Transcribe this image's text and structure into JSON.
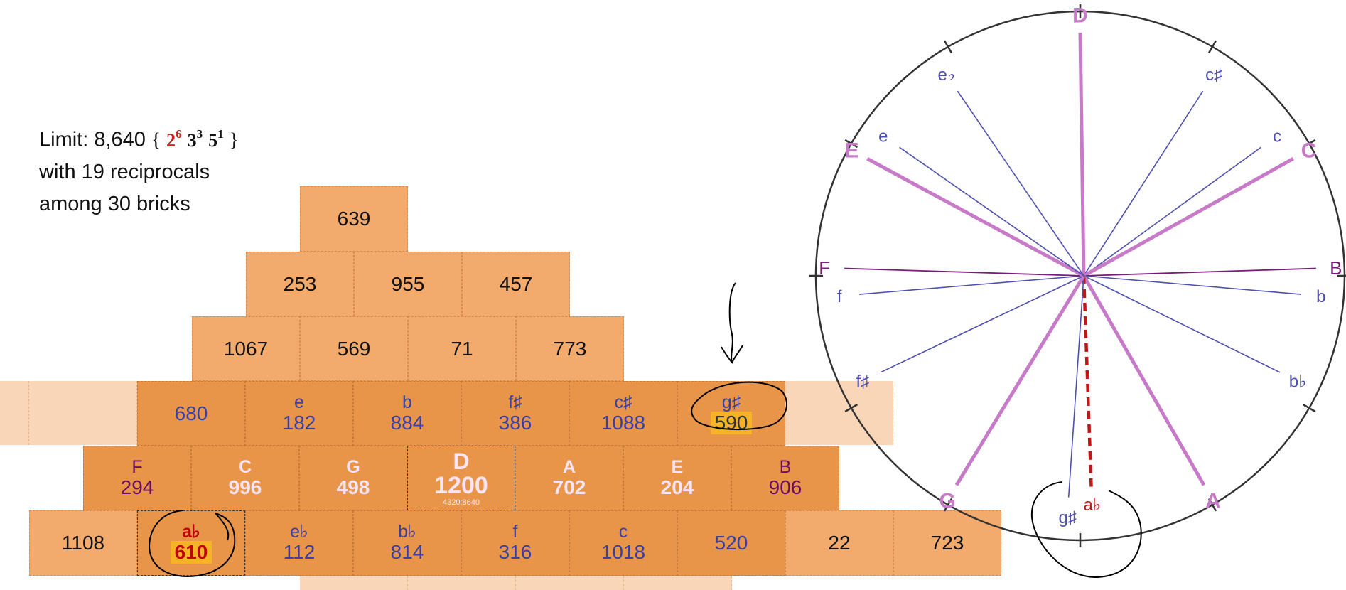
{
  "limit": {
    "label": "Limit: 8,640",
    "open_brace": "{",
    "close_brace": "}",
    "factors": [
      {
        "base": "2",
        "exp": "6",
        "color": "#d41e1e"
      },
      {
        "base": "3",
        "exp": "3",
        "color": "#111111"
      },
      {
        "base": "5",
        "exp": "1",
        "color": "#111111"
      }
    ],
    "line2": "with 19 reciprocals",
    "line3": "among 30 bricks"
  },
  "bricks": {
    "row1": [
      {
        "value": "639"
      }
    ],
    "row2": [
      {
        "value": "253"
      },
      {
        "value": "955"
      },
      {
        "value": "457"
      }
    ],
    "row3": [
      {
        "value": "1067"
      },
      {
        "value": "569"
      },
      {
        "value": "71"
      },
      {
        "value": "773"
      }
    ],
    "row4": [
      {
        "note": "",
        "value": "680"
      },
      {
        "note": "e",
        "value": "182"
      },
      {
        "note": "b",
        "value": "884"
      },
      {
        "note": "f♯",
        "value": "386"
      },
      {
        "note": "c♯",
        "value": "1088"
      },
      {
        "note": "g♯",
        "value": "590"
      }
    ],
    "row5": [
      {
        "note": "F",
        "value": "294"
      },
      {
        "note": "C",
        "value": "996"
      },
      {
        "note": "G",
        "value": "498"
      },
      {
        "note": "D",
        "value": "1200",
        "ratio": "4320:8640"
      },
      {
        "note": "A",
        "value": "702"
      },
      {
        "note": "E",
        "value": "204"
      },
      {
        "note": "B",
        "value": "906"
      }
    ],
    "row6": [
      {
        "note": "",
        "value": "1108"
      },
      {
        "note": "a♭",
        "value": "610"
      },
      {
        "note": "e♭",
        "value": "112"
      },
      {
        "note": "b♭",
        "value": "814"
      },
      {
        "note": "f",
        "value": "316"
      },
      {
        "note": "c",
        "value": "1018"
      },
      {
        "note": "",
        "value": "520"
      },
      {
        "note": "",
        "value": "22"
      },
      {
        "note": "",
        "value": "723"
      }
    ]
  },
  "circle": {
    "notes": [
      {
        "label": "D",
        "cents": 1200,
        "style": "major"
      },
      {
        "label": "c♯",
        "cents": 1088,
        "style": "minor"
      },
      {
        "label": "c",
        "cents": 1018,
        "style": "minor"
      },
      {
        "label": "C",
        "cents": 996,
        "style": "major"
      },
      {
        "label": "B",
        "cents": 906,
        "style": "purple"
      },
      {
        "label": "b",
        "cents": 884,
        "style": "minor"
      },
      {
        "label": "b♭",
        "cents": 814,
        "style": "minor"
      },
      {
        "label": "A",
        "cents": 702,
        "style": "major"
      },
      {
        "label": "a♭",
        "cents": 610,
        "style": "dashed"
      },
      {
        "label": "g♯",
        "cents": 590,
        "style": "minor"
      },
      {
        "label": "G",
        "cents": 498,
        "style": "major"
      },
      {
        "label": "f♯",
        "cents": 386,
        "style": "minor"
      },
      {
        "label": "f",
        "cents": 316,
        "style": "minor"
      },
      {
        "label": "F",
        "cents": 294,
        "style": "purple"
      },
      {
        "label": "E",
        "cents": 204,
        "style": "major"
      },
      {
        "label": "e",
        "cents": 182,
        "style": "minor"
      },
      {
        "label": "e♭",
        "cents": 112,
        "style": "minor"
      }
    ],
    "colors": {
      "major": "#c77ac7",
      "minor": "#4f4fb0",
      "purple": "#7a1a7a",
      "dashed": "#c01818",
      "rim": "#333333"
    }
  }
}
